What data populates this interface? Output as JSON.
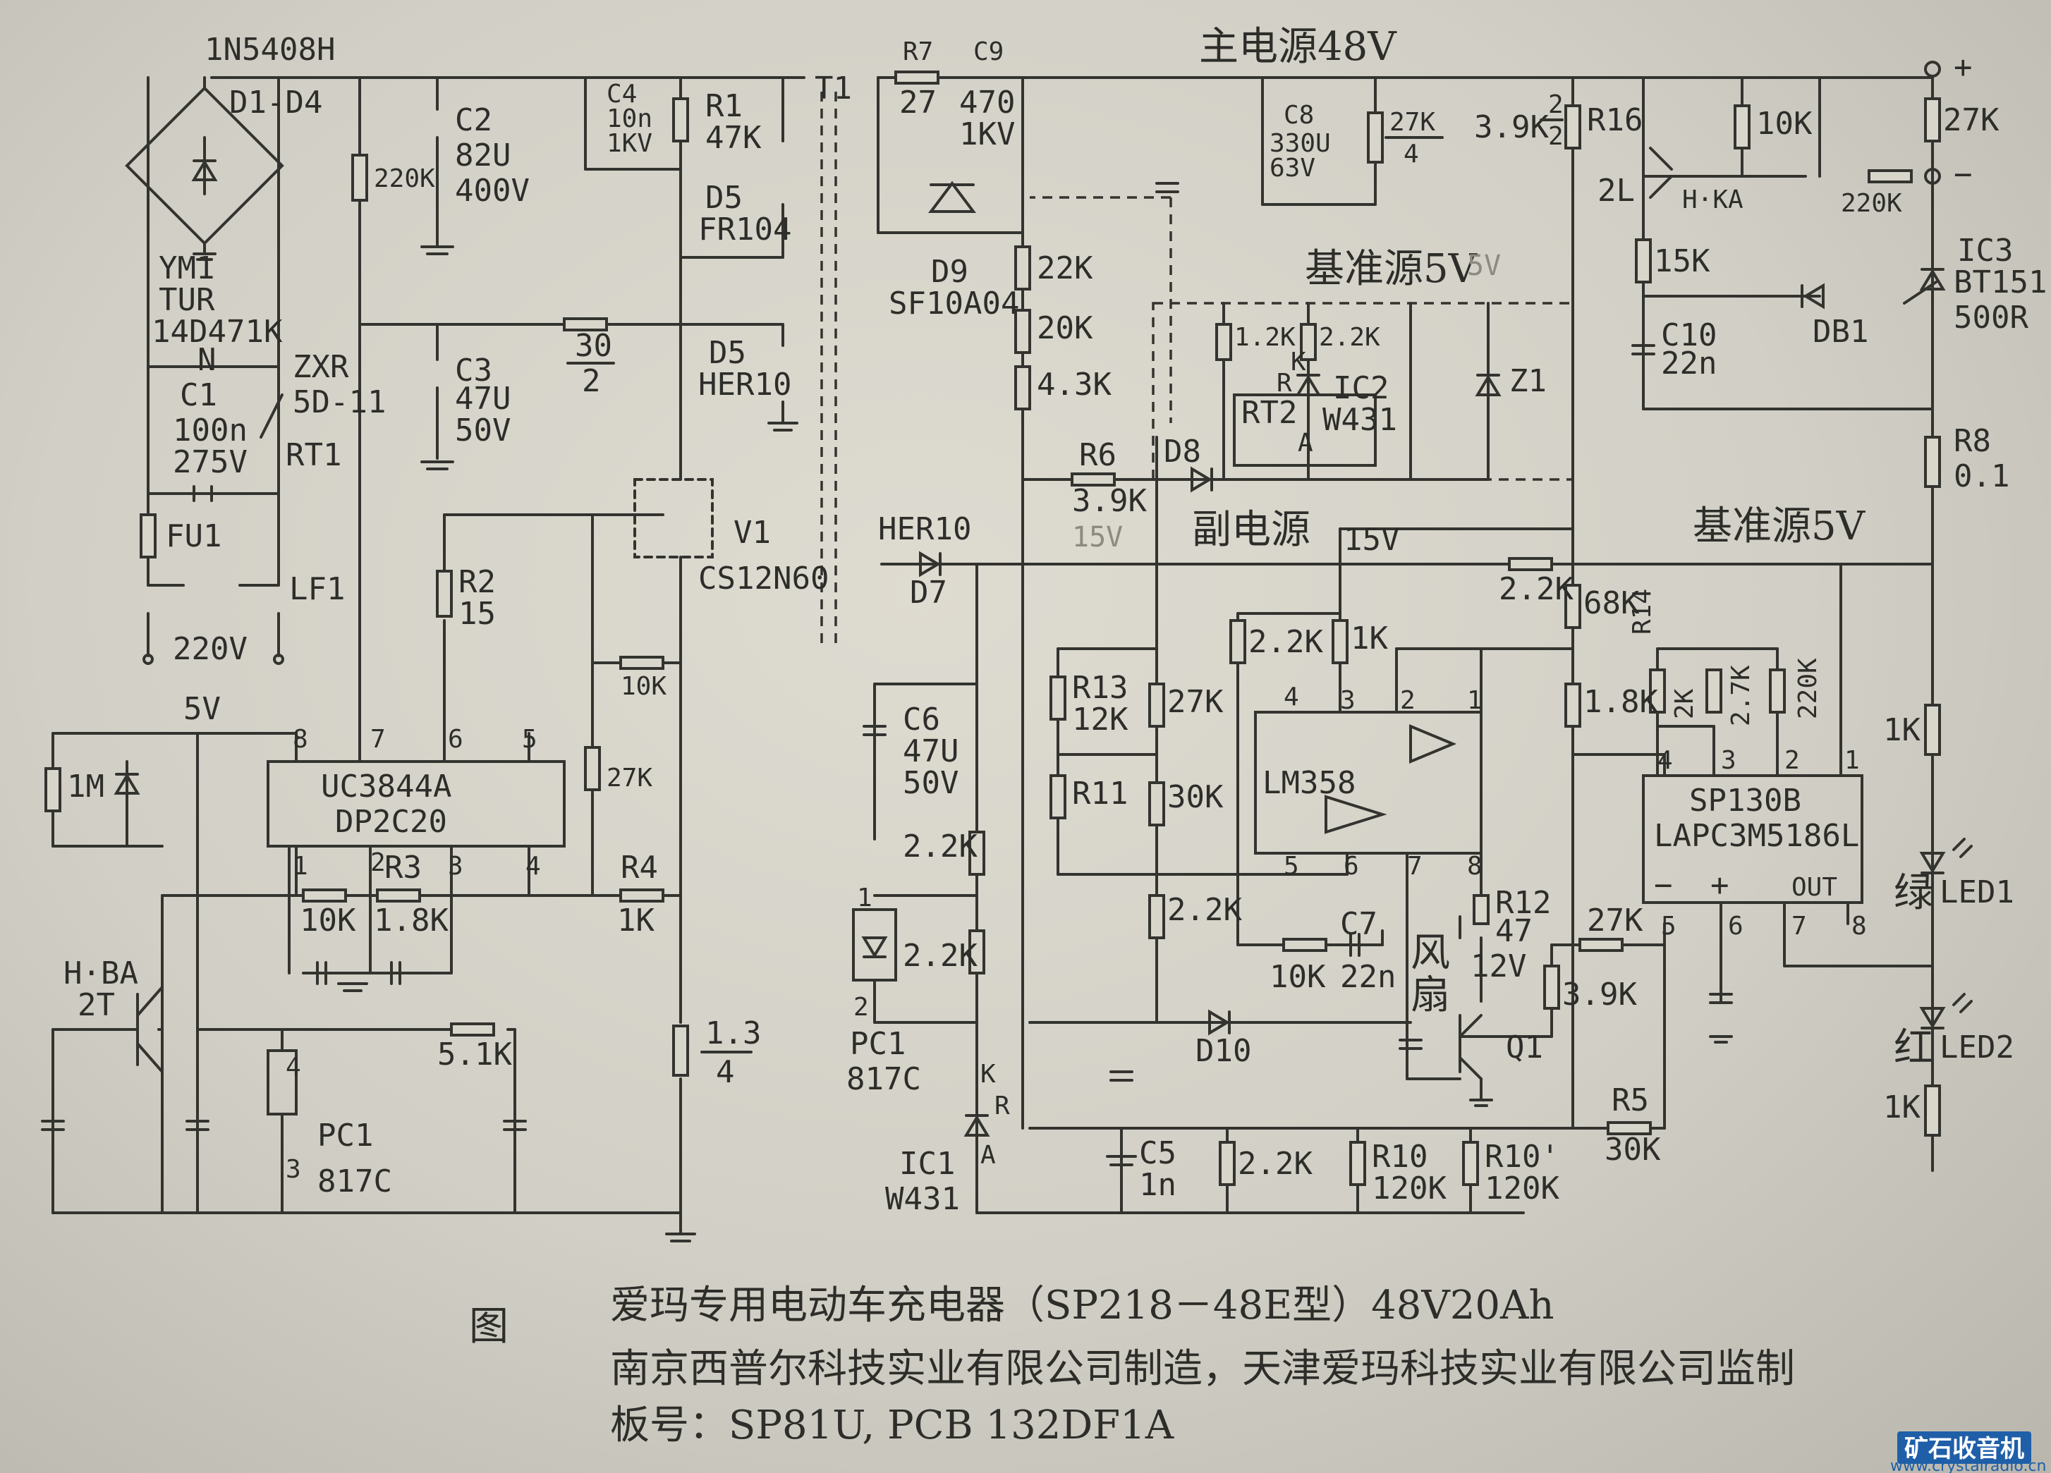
{
  "caption": {
    "line1": "爱玛专用电动车充电器（SP218－48E型）48V20Ah",
    "line2": "南京西普尔科技实业有限公司制造，天津爱玛科技实业有限公司监制",
    "line3": "板号：SP81U, PCB  132DF1A",
    "figure_mark": "图"
  },
  "sections": {
    "main_supply": "主电源48V",
    "reference_upper": "基准源5V",
    "reference_lower": "基准源5V",
    "aux_supply": "副电源",
    "aux_voltage": "15V",
    "ghost_15v": "15V",
    "ghost_5v": "5V"
  },
  "primary": {
    "bridge_label": "1N5408H",
    "bridge_ref": "D1-D4",
    "varistor_lines": [
      "YM1",
      "TUR",
      "14D471K"
    ],
    "node_n": "N",
    "thermistor_name": "ZXR",
    "thermistor_value": "5D-11",
    "thermistor_ref": "RT1",
    "c1": [
      "C1",
      "100n",
      "275V"
    ],
    "fuse": "FU1",
    "filter": "LF1",
    "mains": "220V",
    "c2": [
      "C2",
      "82U",
      "400V"
    ],
    "r_220k": "220K",
    "c3": [
      "C3",
      "47U",
      "50V"
    ],
    "c4": [
      "C4",
      "10n",
      "1KV"
    ],
    "r1": [
      "R1",
      "47K"
    ],
    "d5_top": [
      "D5",
      "FR104"
    ],
    "r_30_2_top": "30",
    "r_30_2_bot": "2",
    "d5_aux": [
      "D5",
      "HER10"
    ],
    "r2": [
      "R2",
      "15"
    ],
    "mosfet": [
      "V1",
      "CS12N60"
    ],
    "r_10k_gate": "10K",
    "r_27k_gate": "27K",
    "r4": [
      "R4",
      "1K"
    ],
    "r_sense_top": "1.3",
    "r_sense_bot": "4",
    "ic_line1": "UC3844A",
    "ic_line2": "DP2C20",
    "ic_pins": [
      "8",
      "7",
      "6",
      "5",
      "1",
      "2",
      "3",
      "4"
    ],
    "rail_5v": "5V",
    "r_1m": "1M",
    "tr_h_ba": "H·BA",
    "tr_2t": "2T",
    "r_10k": "10K",
    "r3": [
      "R3",
      "1.8K"
    ],
    "r_5_1k": "5.1K",
    "opto_pins": [
      "4",
      "3"
    ],
    "opto": [
      "PC1",
      "817C"
    ],
    "transformer": "T1"
  },
  "secondary": {
    "r7": [
      "R7",
      "27"
    ],
    "c9": [
      "C9",
      "470",
      "1KV"
    ],
    "d9": [
      "D9",
      "SF10A04"
    ],
    "c8": [
      "C8",
      "330U",
      "63V"
    ],
    "r_27k_4_top": "27K",
    "r_27k_4_bot": "4",
    "r_39k_top": "3.9K",
    "r_39k_frac_top": "2",
    "r_39k_frac_bot": "2",
    "r16": "R16",
    "r_22k": "22K",
    "r_20k": "20K",
    "r_4_3k": "4.3K",
    "r6": [
      "R6",
      "3.9K"
    ],
    "d8": "D8",
    "ref_r_1_2k": "1.2K",
    "ref_r_2_2k": "2.2K",
    "ref_k": "K",
    "ref_r": "R",
    "ref_a": "A",
    "ic2": [
      "IC2",
      "W431"
    ],
    "rt2": "RT2",
    "z1": "Z1",
    "plus": "+",
    "minus": "−",
    "r_10k_out": "10K",
    "r_27k_out": "27K",
    "tr_2l": "2L",
    "tr_h_ka": "H·KA",
    "r_220k_out": "220K",
    "r_15k": "15K",
    "c10": [
      "C10",
      "22n"
    ],
    "db1": "DB1",
    "ic3": [
      "IC3",
      "BT151",
      "500R"
    ],
    "r8": [
      "R8",
      "0.1"
    ],
    "her10": "HER10",
    "d7": "D7",
    "c6": [
      "C6",
      "47U",
      "50V"
    ],
    "r_2_2k_a": "2.2K",
    "r_2_2k_b": "2.2K",
    "pc1": [
      "PC1",
      "817C"
    ],
    "pc1_pins": [
      "1",
      "2"
    ],
    "ic1": [
      "IC1",
      "W431"
    ],
    "ic1_k": "K",
    "ic1_r": "R",
    "ic1_a": "A",
    "r13": [
      "R13",
      "12K"
    ],
    "r11": "R11",
    "r_27k_mid": "27K",
    "r_30k_mid": "30K",
    "r_2_2k_mid": "2.2K",
    "r_2_2k_ref": "2.2K",
    "r_1k_ref": "1K",
    "lm358": "LM358",
    "lm358_pins": [
      "4",
      "3",
      "2",
      "1",
      "5",
      "6",
      "7",
      "8"
    ],
    "r_10k_fb": "10K",
    "c7": [
      "C7",
      "22n"
    ],
    "r12": [
      "R12",
      "47"
    ],
    "fan_line1": "风",
    "fan_line2": "扇",
    "fan_voltage": "12V",
    "q1": "Q1",
    "d10": "D10",
    "c5": [
      "C5",
      "1n"
    ],
    "r_2_2k_bot": "2.2K",
    "r10": [
      "R10",
      "120K"
    ],
    "r10b": [
      "R10'",
      "120K"
    ],
    "r5": [
      "R5",
      "30K"
    ],
    "r_2_2k_top": "2.2K",
    "r_68k": "68K",
    "r14": "R14",
    "r_1_8k": "1.8K",
    "r_2k": "2K",
    "r_2_7k": "2.7K",
    "r_220k_sp": "220K",
    "sp_line1": "SP130B",
    "sp_line2": "LAPC3M5186L",
    "sp_pins": [
      "4",
      "3",
      "2",
      "1",
      "5",
      "6",
      "7",
      "8"
    ],
    "sp_minus": "−",
    "sp_plus": "+",
    "sp_out": "OUT",
    "r_27k_sp": "27K",
    "r_3_9k_sp": "3.9K",
    "r_1k_led_top": "1K",
    "led1": [
      "绿",
      "LED1"
    ],
    "led2": [
      "红",
      "LED2"
    ],
    "r_1k_led_bot": "1K"
  },
  "watermark": {
    "title": "矿石收音机",
    "url": "www.crystalradio.cn"
  }
}
